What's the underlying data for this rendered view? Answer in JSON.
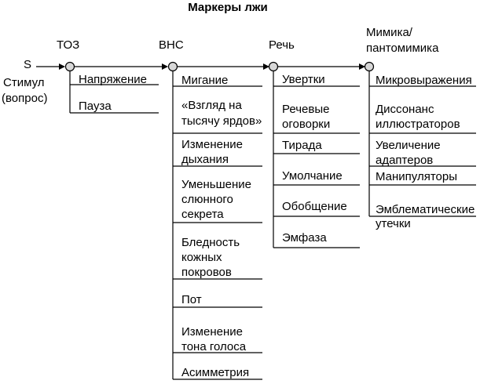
{
  "title": "Маркеры лжи",
  "stimulus": {
    "symbol": "S",
    "label_line1": "Стимул",
    "label_line2": "(вопрос)"
  },
  "columns": [
    {
      "id": "toz",
      "header": [
        "ТОЗ"
      ],
      "items": [
        [
          "Напряжение"
        ],
        [
          "Пауза"
        ]
      ]
    },
    {
      "id": "vns",
      "header": [
        "ВНС"
      ],
      "items": [
        [
          "Мигание"
        ],
        [
          "«Взгляд на",
          "тысячу ярдов»"
        ],
        [
          "Изменение",
          "дыхания"
        ],
        [
          "Уменьшение",
          "слюнного",
          "секрета"
        ],
        [
          "Бледность",
          "кожных",
          "покровов"
        ],
        [
          "Пот"
        ],
        [
          "Изменение",
          "тона голоса"
        ],
        [
          "Асимметрия"
        ]
      ]
    },
    {
      "id": "speech",
      "header": [
        "Речь"
      ],
      "items": [
        [
          "Увертки"
        ],
        [
          "Речевые",
          "оговорки"
        ],
        [
          "Тирада"
        ],
        [
          "Умолчание"
        ],
        [
          "Обобщение"
        ],
        [
          "Эмфаза"
        ]
      ]
    },
    {
      "id": "mimicry",
      "header": [
        "Мимика/",
        "пантомимика"
      ],
      "items": [
        [
          "Микровыражения"
        ],
        [
          "Диссонанс",
          "иллюстраторов"
        ],
        [
          "Увеличение",
          "адаптеров"
        ],
        [
          "Манипуляторы"
        ],
        [
          "Эмблематические",
          "утечки"
        ]
      ]
    }
  ]
}
